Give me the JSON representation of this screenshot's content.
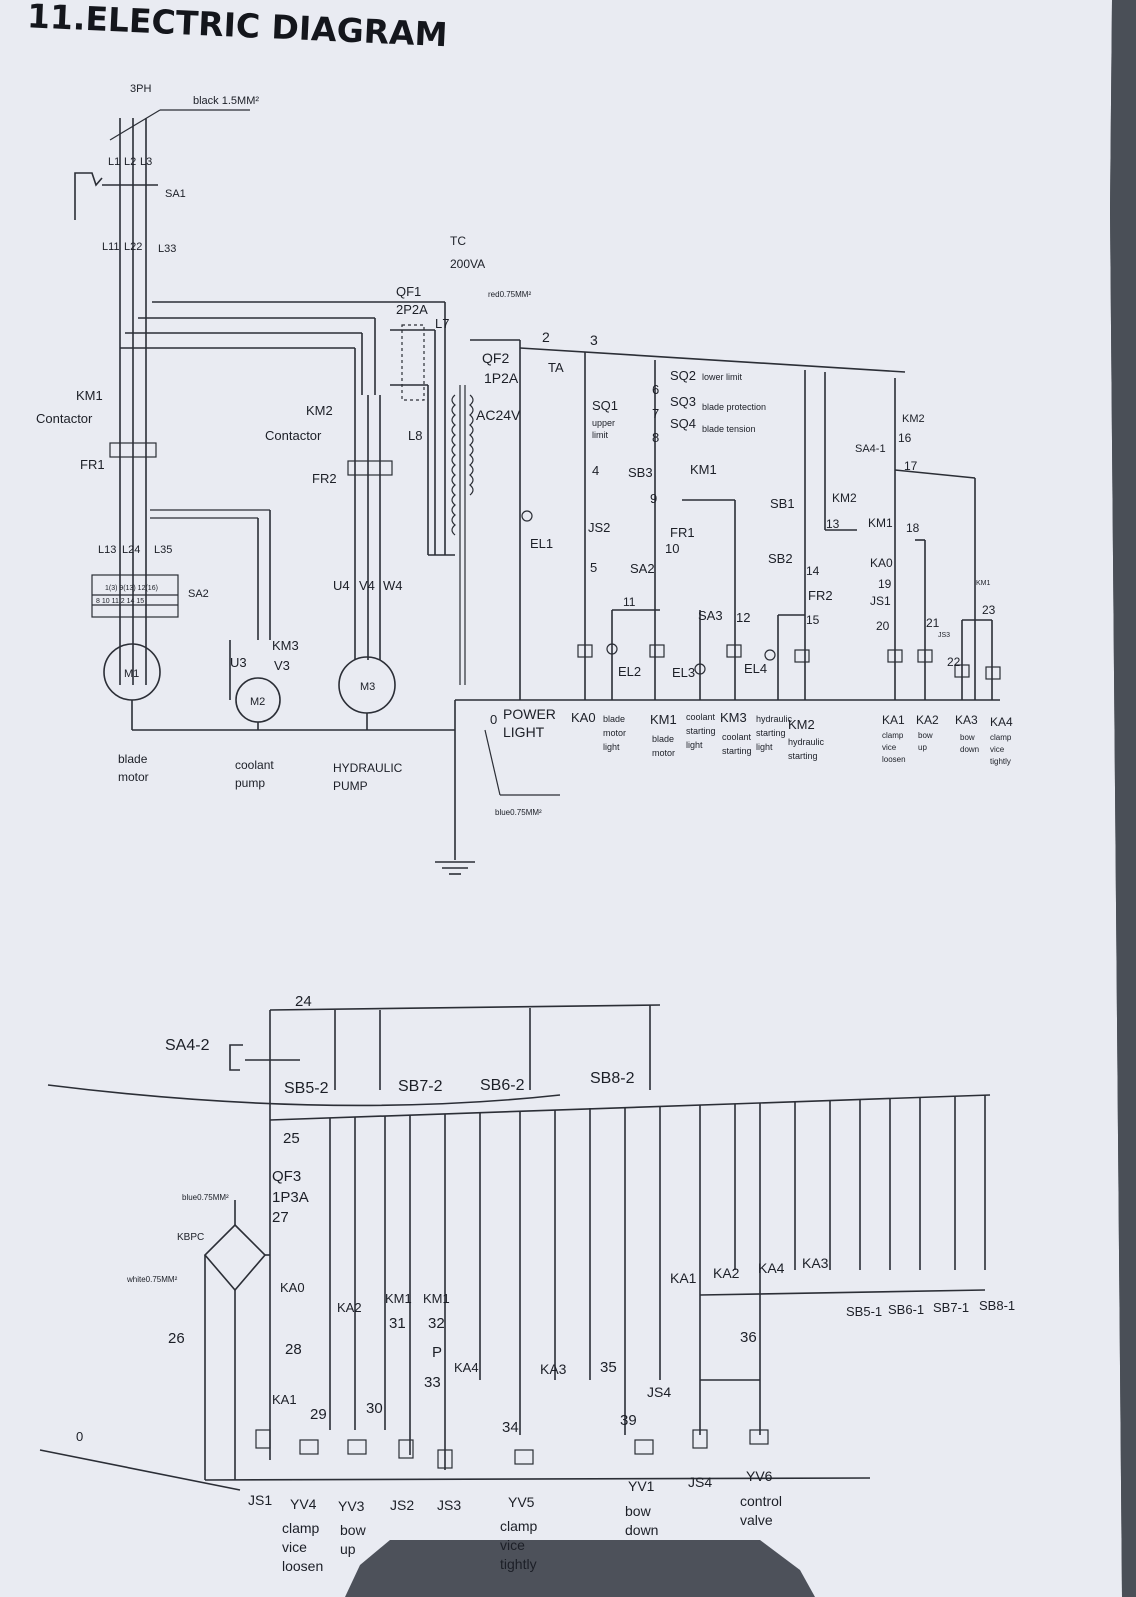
{
  "title": "11.ELECTRIC DIAGRAM",
  "colors": {
    "paper": "#e9ebf2",
    "ink": "#2b2e36",
    "edge": "#4a4f57"
  },
  "labels": {
    "supply": "3PH",
    "wire_black": "black 1.5MM²",
    "l1": "L1",
    "l2": "L2",
    "l3": "L3",
    "sa1": "SA1",
    "l11": "L11",
    "l22": "L22",
    "l33": "L33",
    "tc": "TC",
    "tc_va": "200VA",
    "qf1": "QF1",
    "qf1_rating": "2P2A",
    "l7": "L7",
    "l8": "L8",
    "wire_red": "red0.75MM²",
    "qf2": "QF2",
    "qf2_rating": "1P2A",
    "ac24v": "AC24V",
    "n2": "2",
    "n3": "3",
    "ta": "TA",
    "km1": "KM1",
    "contactor1": "Contactor",
    "km2": "KM2",
    "contactor2": "Contactor",
    "fr1": "FR1",
    "fr2": "FR2",
    "l13": "L13",
    "l24": "L24",
    "l35": "L35",
    "m1_terminals1": "1(3) 9(13) 12(16)",
    "m1_terminals2": "8 10 11  2 14 15",
    "sa2_left": "SA2",
    "u4": "U4",
    "v4": "V4",
    "w4": "W4",
    "km3": "KM3",
    "u3": "U3",
    "v3": "V3",
    "m1": "M1",
    "m2": "M2",
    "m3": "M3",
    "blade_motor": [
      "blade",
      "motor"
    ],
    "coolant_pump": [
      "coolant",
      "pump"
    ],
    "hydraulic_pump": [
      "HYDRAULIC",
      "PUMP"
    ],
    "sq2": "SQ2",
    "sq2_desc": "lower limit",
    "sq3": "SQ3",
    "sq3_desc": "blade protection",
    "sq4": "SQ4",
    "sq4_desc": "blade tension",
    "n6": "6",
    "n7": "7",
    "n8": "8",
    "n4": "4",
    "n9": "9",
    "n10": "10",
    "n5": "5",
    "n11": "11",
    "n12": "12",
    "sq1": "SQ1",
    "sq1_desc": [
      "upper",
      "limit"
    ],
    "sb3": "SB3",
    "km1_contact": "KM1",
    "js2_top": "JS2",
    "fr1_contact": "FR1",
    "sa2": "SA2",
    "sa3": "SA3",
    "el1": "EL1",
    "el2": "EL2",
    "el3": "EL3",
    "el4": "EL4",
    "km2_top": "KM2",
    "n16": "16",
    "sa4_1": "SA4-1",
    "n17": "17",
    "sb1": "SB1",
    "km2_mid": "KM2",
    "n13": "13",
    "km1_18": "KM1",
    "n18": "18",
    "sb2": "SB2",
    "n14": "14",
    "fr2_contact": "FR2",
    "n15": "15",
    "ka0_contact": "KA0",
    "n19": "19",
    "js1_contact": "JS1",
    "n20": "20",
    "n21": "21",
    "js3_small": "JS3",
    "n22": "22",
    "km1_small": "KM1",
    "n23": "23",
    "n0_top": "0",
    "power_light": [
      "POWER",
      "LIGHT"
    ],
    "ka0": "KA0",
    "blade_motor_light": [
      "blade",
      "motor",
      "light"
    ],
    "km1_coil": "KM1",
    "km1_coil_desc": [
      "blade",
      "motor"
    ],
    "coolant_starting_light": [
      "coolant",
      "starting",
      "light"
    ],
    "km3_coil": "KM3",
    "km3_coil_desc": [
      "coolant",
      "starting"
    ],
    "hydraulic_starting_light": [
      "hydraulic",
      "starting",
      "light"
    ],
    "km2_coil": "KM2",
    "km2_coil_desc": [
      "hydraulic",
      "starting"
    ],
    "ka1": "KA1",
    "ka1_desc": [
      "clamp",
      "vice",
      "loosen"
    ],
    "ka2": "KA2",
    "ka2_desc": [
      "bow",
      "up"
    ],
    "ka3": "KA3",
    "ka3_desc": [
      "bow",
      "down"
    ],
    "ka4": "KA4",
    "ka4_desc": [
      "clamp",
      "vice",
      "tightly"
    ],
    "wire_blue": "blue0.75MM²",
    "n24": "24",
    "sa4_2": "SA4-2",
    "sb5_2": "SB5-2",
    "sb7_2": "SB7-2",
    "sb6_2": "SB6-2",
    "sb8_2": "SB8-2",
    "n25": "25",
    "qf3": "QF3",
    "qf3_rating": "1P3A",
    "n27": "27",
    "wire_blue2": "blue0.75MM²",
    "kbpc": "KBPC",
    "wire_white": "white0.75MM²",
    "n26": "26",
    "ka0_b": "KA0",
    "ka2_b": "KA2",
    "km1_31": "KM1",
    "km1_32": "KM1",
    "n31": "31",
    "n32": "32",
    "p": "P",
    "n28": "28",
    "n33": "33",
    "ka4_b": "KA4",
    "ka3_b": "KA3",
    "n35": "35",
    "js4_contact": "JS4",
    "ka1_b": "KA1",
    "n29": "29",
    "n30": "30",
    "n34": "34",
    "n39": "39",
    "ka1_r": "KA1",
    "ka2_r": "KA2",
    "ka4_r": "KA4",
    "ka3_r": "KA3",
    "sb5_1": "SB5-1",
    "sb6_1": "SB6-1",
    "sb7_1": "SB7-1",
    "sb8_1": "SB8-1",
    "n36": "36",
    "n0_bottom": "0",
    "js1": "JS1",
    "yv4": "YV4",
    "yv4_desc": [
      "clamp",
      "vice",
      "loosen"
    ],
    "yv3": "YV3",
    "yv3_desc": [
      "bow",
      "up"
    ],
    "js2": "JS2",
    "js3": "JS3",
    "yv5": "YV5",
    "yv5_desc": [
      "clamp",
      "vice",
      "tightly"
    ],
    "yv1": "YV1",
    "yv1_desc": [
      "bow",
      "down"
    ],
    "js4": "JS4",
    "yv6": "YV6",
    "yv6_desc": [
      "control",
      "valve"
    ]
  }
}
